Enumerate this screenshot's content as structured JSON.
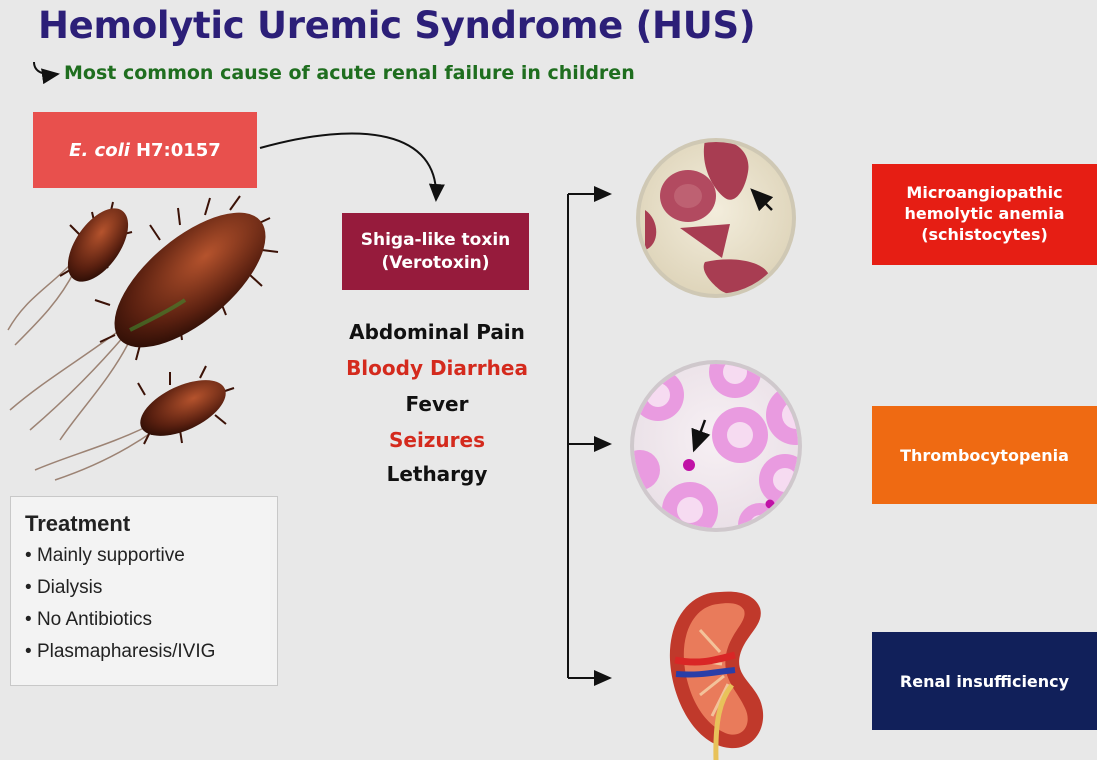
{
  "title": "Hemolytic Uremic Syndrome (HUS)",
  "subtitle": "Most common cause of acute renal failure in children",
  "cause": {
    "italic": "E. coli",
    "strain": "H7:0157"
  },
  "toxin": {
    "line1": "Shiga-like toxin",
    "line2": "(Verotoxin)"
  },
  "symptoms": [
    "Abdominal Pain",
    "Bloody Diarrhea",
    "Fever",
    "Seizures",
    "Lethargy"
  ],
  "outcomes": {
    "mah": {
      "line1": "Microangiopathic",
      "line2": "hemolytic anemia",
      "line3": "(schistocytes)"
    },
    "thrombo": "Thrombocytopenia",
    "renal": "Renal insufficiency"
  },
  "treatment": {
    "title": "Treatment",
    "items": [
      "Mainly supportive",
      "Dialysis",
      "No Antibiotics",
      "Plasmapharesis/IVIG"
    ]
  },
  "colors": {
    "title": "#2c1f78",
    "subtitle": "#1f6e1f",
    "cause_box": "#e8504d",
    "toxin_box": "#961b3c",
    "symptom_red": "#d42a1d",
    "mah_box": "#e61e14",
    "thrombo_box": "#ef6a12",
    "renal_box": "#11205a"
  },
  "icons": [
    "bacteria-illustration",
    "schistocyte-smear-image",
    "thrombocytopenia-smear-image",
    "kidney-illustration"
  ]
}
